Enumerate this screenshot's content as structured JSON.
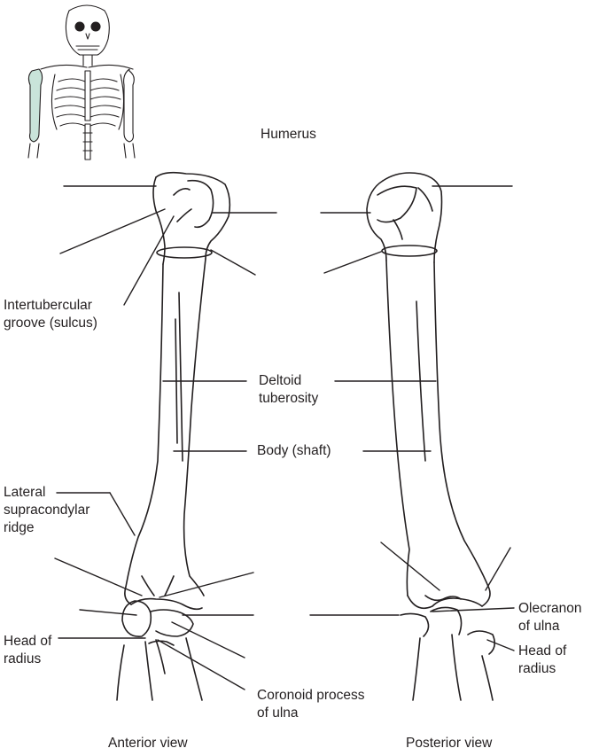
{
  "title": "Humerus",
  "labels": {
    "intertubercular": [
      "Intertubercular",
      "groove (sulcus)"
    ],
    "deltoid": [
      "Deltoid",
      "tuberosity"
    ],
    "body": "Body (shaft)",
    "lateral_ridge": [
      "Lateral",
      "supracondylar",
      "ridge"
    ],
    "head_radius_left": [
      "Head of",
      "radius"
    ],
    "coronoid": [
      "Coronoid process",
      "of ulna"
    ],
    "olecranon": [
      "Olecranon",
      "of ulna"
    ],
    "head_radius_right": [
      "Head of",
      "radius"
    ]
  },
  "views": {
    "anterior": "Anterior view",
    "posterior": "Posterior view"
  },
  "colors": {
    "ink": "#231f20",
    "highlight": "#c9e4da"
  }
}
